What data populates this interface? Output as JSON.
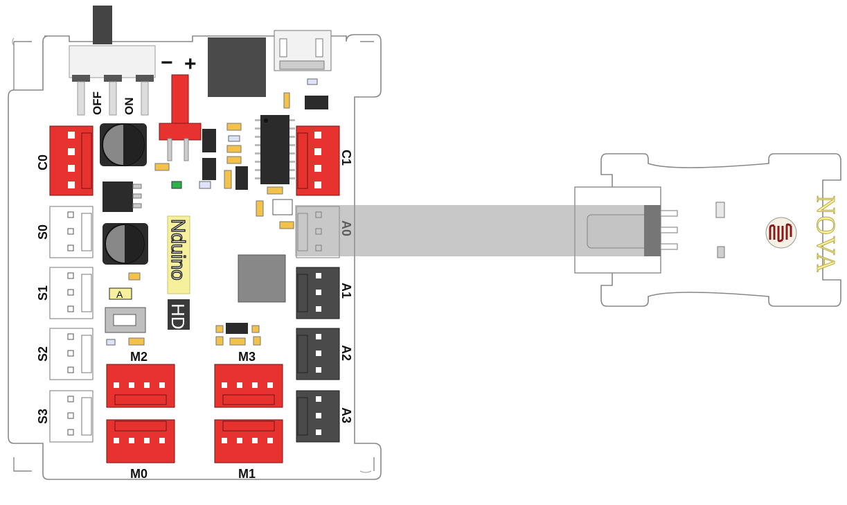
{
  "board": {
    "switch_off": "OFF",
    "switch_on": "ON",
    "minus": "−",
    "plus": "+",
    "brand": "Nduino",
    "brand_suffix": "HD",
    "button_label": "A",
    "ports": {
      "c0": "C0",
      "c1": "C1",
      "s0": "S0",
      "s1": "S1",
      "s2": "S2",
      "s3": "S3",
      "a0": "A0",
      "a1": "A1",
      "a2": "A2",
      "a3": "A3",
      "m0": "M0",
      "m1": "M1",
      "m2": "M2",
      "m3": "M3"
    },
    "colors": {
      "connector_red": "#e8322f",
      "connector_white": "#ffffff",
      "connector_dark": "#4a4a4a",
      "chip_black": "#2b2b2b",
      "brand_badge": "#f6ef9c"
    }
  },
  "sensor": {
    "brand": "NOVA",
    "component": "photoresistor-icon"
  }
}
